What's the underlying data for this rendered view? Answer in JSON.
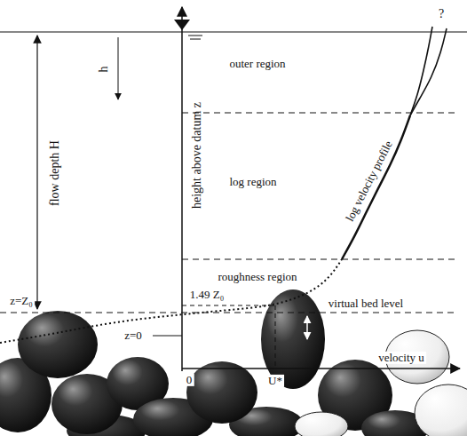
{
  "diagram": {
    "labels": [
      "outer region",
      "log region",
      "roughness region",
      "virtual bed level",
      "height above datum z",
      "flow depth H",
      "h",
      "log velocity profile",
      "?",
      "1.49 Z₀",
      "z=Z₀",
      "z=0",
      "0",
      "U*",
      "velocity u"
    ]
  }
}
